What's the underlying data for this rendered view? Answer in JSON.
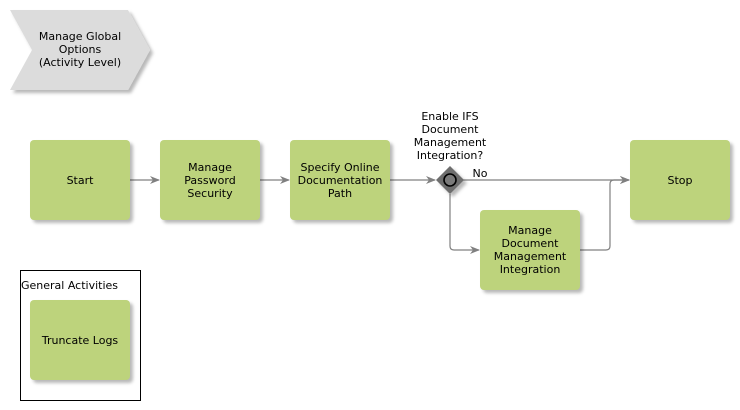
{
  "colors": {
    "task_fill": "#bdd37c",
    "chevron_fill": "#dcdcdc",
    "gateway_fill": "#6e6e6e",
    "connector": "#808080"
  },
  "activity_level": {
    "label": "Manage Global\nOptions\n(Activity Level)"
  },
  "tasks": {
    "start": "Start",
    "manage_password_security": "Manage\nPassword\nSecurity",
    "specify_online_documentation_path": "Specify Online\nDocumentation\nPath",
    "manage_document_management_integration": "Manage\nDocument\nManagement\nIntegration",
    "stop": "Stop"
  },
  "gateway": {
    "question": "Enable IFS\nDocument\nManagement\nIntegration?",
    "no_label": "No"
  },
  "general_activities": {
    "title": "General Activities",
    "items": [
      "Truncate Logs"
    ]
  }
}
